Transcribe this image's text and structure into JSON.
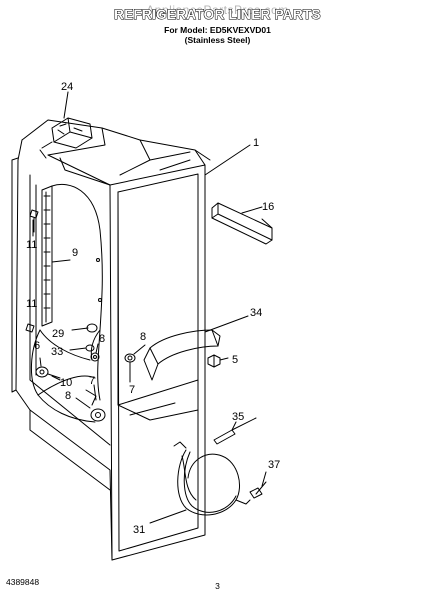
{
  "header": {
    "title": "REFRIGERATOR LINER PARTS",
    "watermark": "AppliancePartsPros.com",
    "model_line": "For Model: ED5KVEXVD01",
    "model_variant": "(Stainless Steel)"
  },
  "callouts": {
    "c24": "24",
    "c1": "1",
    "c16": "16",
    "c9": "9",
    "c11a": "11",
    "c11b": "11",
    "c29": "29",
    "c8a": "8",
    "c33": "33",
    "c6": "6",
    "c10": "10",
    "c7a": "7",
    "c8b": "8",
    "c8c": "8",
    "c7b": "7",
    "c34": "34",
    "c5": "5",
    "c35": "35",
    "c37": "37",
    "c31": "31"
  },
  "footer": {
    "part_number": "4389848",
    "page_number": "3"
  },
  "colors": {
    "ink": "#000000",
    "paper": "#ffffff"
  }
}
